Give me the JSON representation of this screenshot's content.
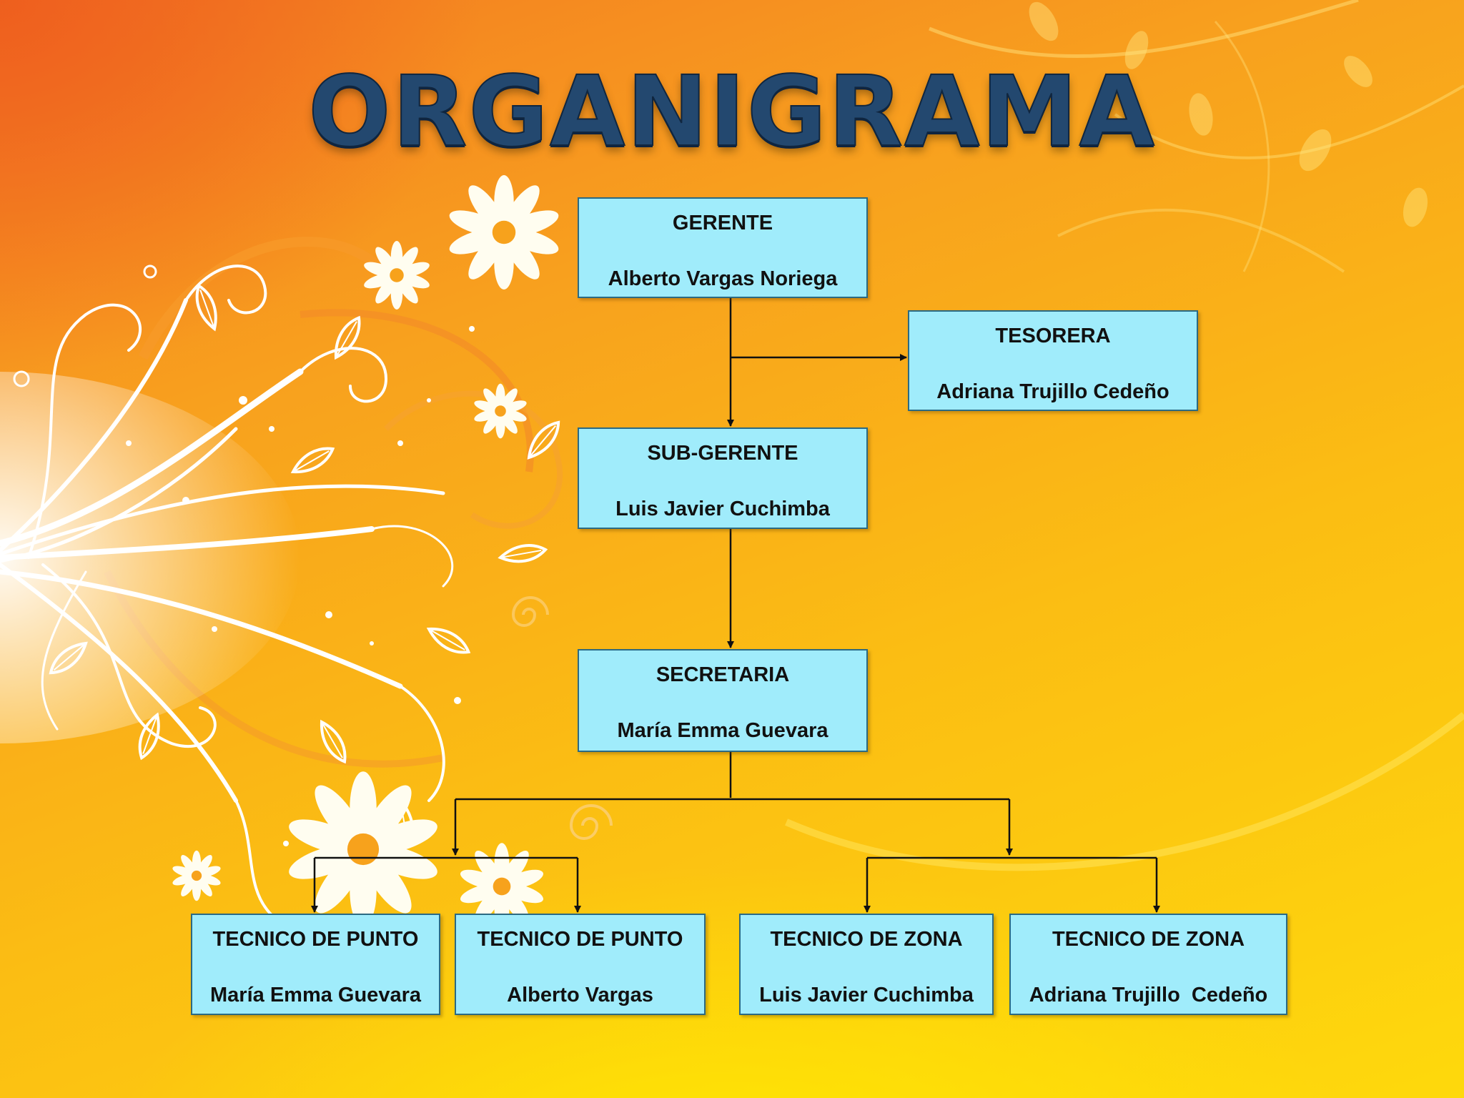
{
  "slide": {
    "title": "ORGANIGRAMA"
  },
  "nodes": [
    {
      "id": "gerente",
      "role": "GERENTE",
      "name": "Alberto Vargas Noriega"
    },
    {
      "id": "tesorera",
      "role": "TESORERA",
      "name": "Adriana Trujillo Cedeño"
    },
    {
      "id": "subgerente",
      "role": "SUB-GERENTE",
      "name": "Luis Javier Cuchimba"
    },
    {
      "id": "secretaria",
      "role": "SECRETARIA",
      "name": "María Emma Guevara"
    },
    {
      "id": "tecnico-punto-1",
      "role": "TECNICO DE PUNTO",
      "name": "María Emma Guevara"
    },
    {
      "id": "tecnico-punto-2",
      "role": "TECNICO DE PUNTO",
      "name": "Alberto Vargas"
    },
    {
      "id": "tecnico-zona-1",
      "role": "TECNICO DE ZONA",
      "name": "Luis Javier Cuchimba"
    },
    {
      "id": "tecnico-zona-2",
      "role": "TECNICO DE ZONA",
      "name": "Adriana Trujillo  Cedeño"
    }
  ],
  "edges": [
    {
      "from": "gerente",
      "to": "tesorera"
    },
    {
      "from": "gerente",
      "to": "subgerente"
    },
    {
      "from": "subgerente",
      "to": "secretaria"
    },
    {
      "from": "secretaria",
      "to": "tecnico-punto-1"
    },
    {
      "from": "secretaria",
      "to": "tecnico-punto-2"
    },
    {
      "from": "secretaria",
      "to": "tecnico-zona-1"
    },
    {
      "from": "secretaria",
      "to": "tecnico-zona-2"
    }
  ],
  "colors": {
    "title": "#23486f",
    "box_fill": "#a0ecfb",
    "box_border": "#2b6a83",
    "connector": "#111111"
  }
}
